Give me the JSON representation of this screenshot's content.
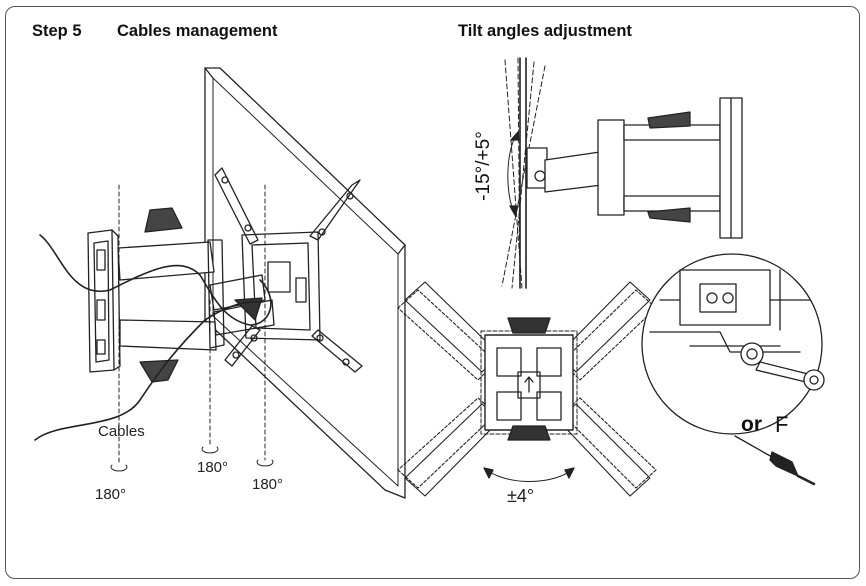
{
  "headings": {
    "step": "Step 5",
    "cables_title": "Cables management",
    "tilt_title": "Tilt angles adjustment"
  },
  "labels": {
    "cables": "Cables",
    "rot_left": "180°",
    "rot_mid": "180°",
    "rot_right": "180°",
    "tilt_range": "-15°/+5°",
    "level_range": "±4°",
    "or": "or",
    "f": "F"
  }
}
